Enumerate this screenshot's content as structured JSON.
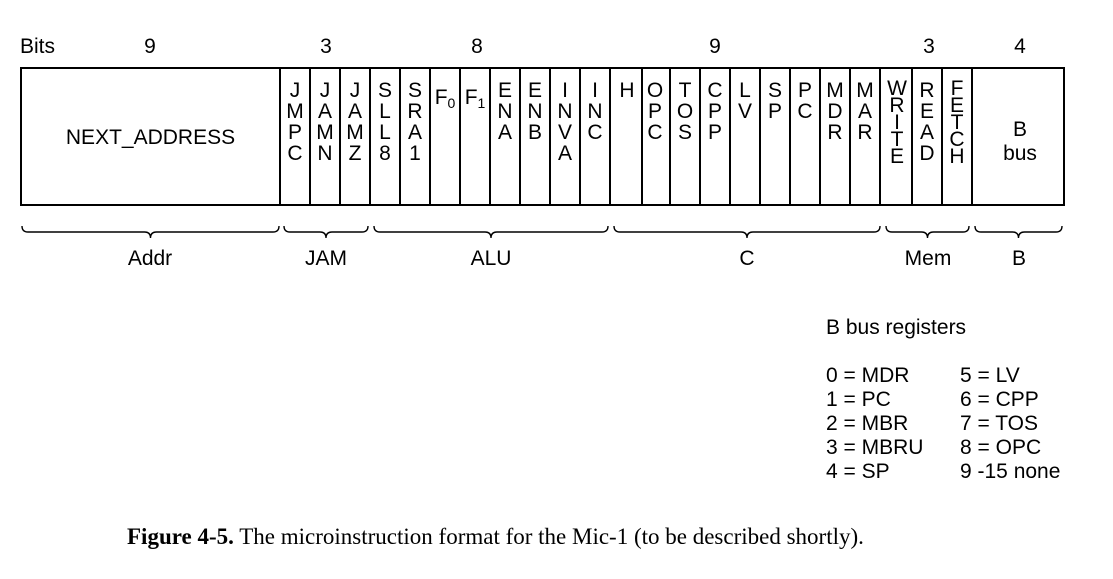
{
  "header": {
    "bits_label": "Bits",
    "group_bit_counts": [
      "9",
      "3",
      "8",
      "9",
      "3",
      "4"
    ]
  },
  "fields": {
    "next_address": "NEXT_ADDRESS",
    "jmpc": [
      "J",
      "M",
      "P",
      "C"
    ],
    "jamn": [
      "J",
      "A",
      "M",
      "N"
    ],
    "jamz": [
      "J",
      "A",
      "M",
      "Z"
    ],
    "sll8": [
      "S",
      "L",
      "L",
      "8"
    ],
    "sra1": [
      "S",
      "R",
      "A",
      "1"
    ],
    "f0": {
      "base": "F",
      "sub": "0"
    },
    "f1": {
      "base": "F",
      "sub": "1"
    },
    "ena": [
      "E",
      "N",
      "A"
    ],
    "enb": [
      "E",
      "N",
      "B"
    ],
    "inva": [
      "I",
      "N",
      "V",
      "A"
    ],
    "inc": [
      "I",
      "N",
      "C"
    ],
    "h": [
      "H"
    ],
    "opc": [
      "O",
      "P",
      "C"
    ],
    "tos": [
      "T",
      "O",
      "S"
    ],
    "cpp": [
      "C",
      "P",
      "P"
    ],
    "lv": [
      "L",
      "V"
    ],
    "sp": [
      "S",
      "P"
    ],
    "pc": [
      "P",
      "C"
    ],
    "mdr": [
      "M",
      "D",
      "R"
    ],
    "mar": [
      "M",
      "A",
      "R"
    ],
    "write": [
      "W",
      "R",
      "I",
      "T",
      "E"
    ],
    "read": [
      "R",
      "E",
      "A",
      "D"
    ],
    "fetch": [
      "F",
      "E",
      "T",
      "C",
      "H"
    ],
    "b_bus": [
      "B",
      "bus"
    ]
  },
  "groups": [
    "Addr",
    "JAM",
    "ALU",
    "C",
    "Mem",
    "B"
  ],
  "legend": {
    "title": "B bus registers",
    "left": [
      "0 = MDR",
      "1 = PC",
      "2 = MBR",
      "3 = MBRU",
      "4 = SP"
    ],
    "right": [
      "5 = LV",
      "6 = CPP",
      "7 = TOS",
      "8 = OPC",
      "9 -15 none"
    ]
  },
  "caption": {
    "label": "Figure 4-5.",
    "text": "The microinstruction format for the Mic-1 (to be described shortly)."
  }
}
